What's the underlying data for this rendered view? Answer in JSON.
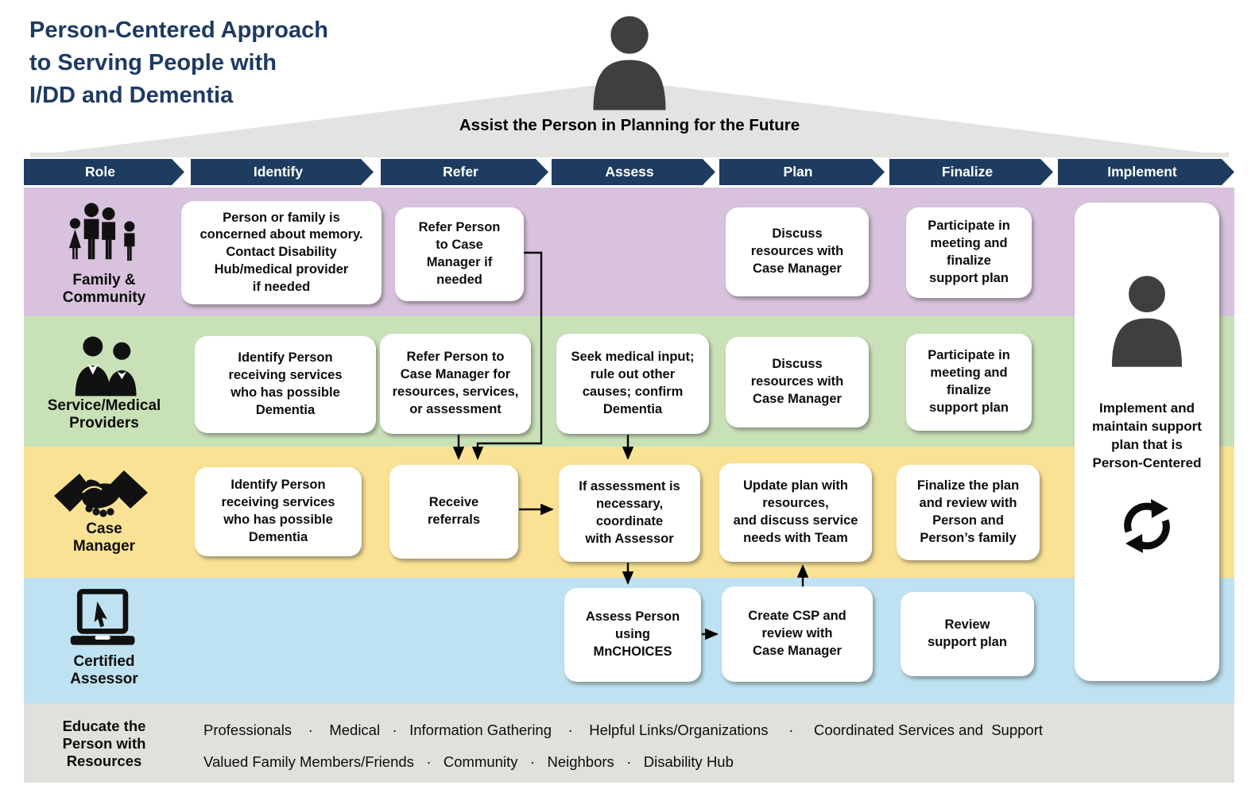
{
  "title": "Person-Centered Approach\nto Serving People with\nI/DD and Dementia",
  "banner": {
    "caption": "Assist the Person in Planning for the Future"
  },
  "header": {
    "role": "Role",
    "identify": "Identify",
    "refer": "Refer",
    "assess": "Assess",
    "plan": "Plan",
    "finalize": "Finalize",
    "implement": "Implement"
  },
  "lanes": {
    "family": {
      "label": "Family &\nCommunity"
    },
    "providers": {
      "label": "Service/Medical\nProviders"
    },
    "case_manager": {
      "label": "Case\nManager"
    },
    "assessor": {
      "label": "Certified\nAssessor"
    }
  },
  "boxes": {
    "family_identify": "Person or family is\nconcerned about memory.\nContact Disability\nHub/medical provider\nif needed",
    "family_refer": "Refer Person\nto Case\nManager if\nneeded",
    "family_plan": "Discuss\nresources with\nCase Manager",
    "family_finalize": "Participate in\nmeeting and\nfinalize\nsupport plan",
    "providers_identify": "Identify Person\nreceiving services\nwho has possible\nDementia",
    "providers_refer": "Refer Person to\nCase Manager for\nresources, services,\nor assessment",
    "providers_assess": "Seek medical input;\nrule out other\ncauses; confirm\nDementia",
    "providers_plan": "Discuss\nresources with\nCase Manager",
    "providers_finalize": "Participate in\nmeeting and\nfinalize\nsupport plan",
    "cm_identify": "Identify Person\nreceiving services\nwho has possible\nDementia",
    "cm_refer": "Receive\nreferrals",
    "cm_assess": "If assessment is\nnecessary,\ncoordinate\nwith Assessor",
    "cm_plan": "Update plan with\nresources,\nand discuss service\nneeds with Team",
    "cm_finalize": "Finalize the plan\nand review with\nPerson and\nPerson’s family",
    "assessor_assess_text": "Assess Person\nusing",
    "assessor_assess_bold": "MnCHOICES",
    "assessor_plan": "Create CSP and\nreview with\nCase Manager",
    "assessor_finalize": "Review\nsupport plan",
    "implement": "Implement and\nmaintain support\nplan that is\nPerson-Centered"
  },
  "footer": {
    "label": "Educate the\nPerson with\nResources",
    "line1": "Professionals    ·    Medical   ·   Information Gathering    ·    Helpful Links/Organizations     ·     Coordinated Services and  Support",
    "line2": "Valued Family Members/Friends   ·   Community   ·   Neighbors   ·   Disability Hub"
  },
  "colors": {
    "navy": "#1d3c5f",
    "title_navy": "#1e3a62",
    "lane_family": "#d8c2dd",
    "lane_providers": "#c9e1b7",
    "lane_case_manager": "#fae294",
    "lane_assessor": "#bee2f1",
    "footer_bg": "#e0e0dd",
    "roof_gray": "#e3e3e1",
    "icon_dark_gray": "#3f3f3f",
    "icon_black": "#111111"
  }
}
